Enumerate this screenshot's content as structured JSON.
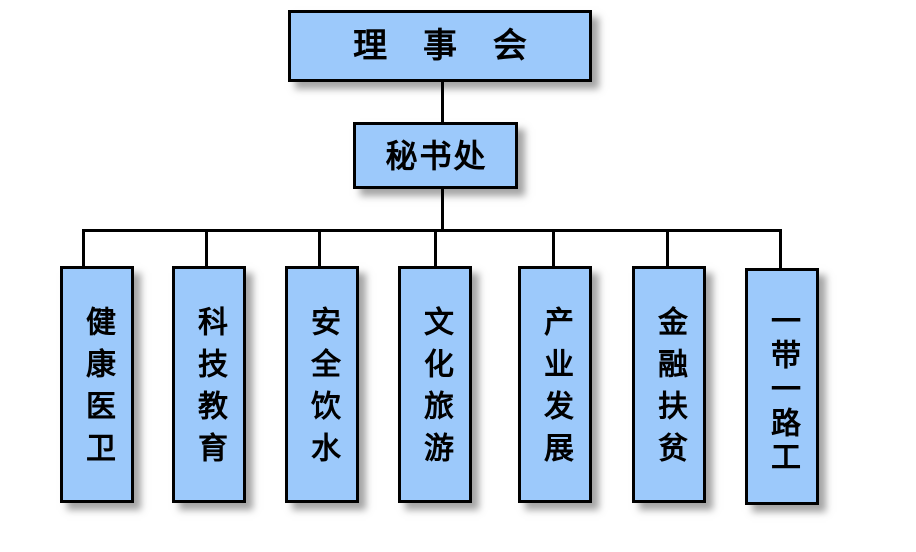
{
  "chart": {
    "type": "org-chart",
    "title_text": "",
    "colors": {
      "node_fill": "#9CC9FB",
      "node_border": "#000000",
      "connector": "#000000",
      "shadow": "#5A5A5A",
      "background": "#FFFFFF"
    },
    "root": {
      "label": "理 事 会",
      "plain": "理事会"
    },
    "second_level": {
      "label": "秘书处"
    },
    "leaves": [
      {
        "label": "健康医卫"
      },
      {
        "label": "科技教育"
      },
      {
        "label": "安全饮水"
      },
      {
        "label": "文化旅游"
      },
      {
        "label": "产业发展"
      },
      {
        "label": "金融扶贫"
      },
      {
        "label": "一带一路工"
      }
    ]
  }
}
